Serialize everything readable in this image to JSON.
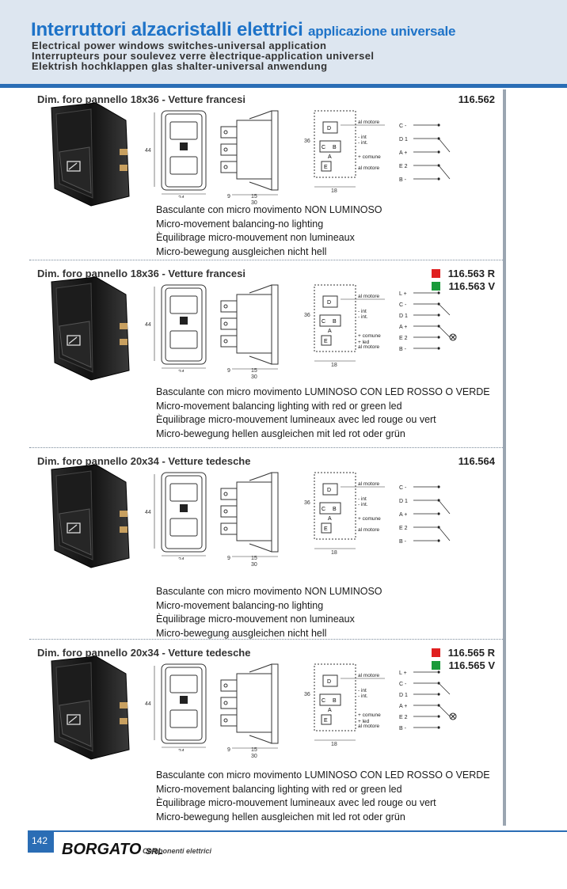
{
  "header": {
    "title_main": "Interruttori alzacristalli elettrici",
    "title_sub": "applicazione universale",
    "line_en": "Electrical power windows switches-universal application",
    "line_fr": "Interrupteurs pour soulevez verre èlectrique-application universel",
    "line_de": "Elektrish hochklappen glas shalter-universal anwendung"
  },
  "diagram_labels": {
    "dim_44": "44",
    "dim_24": "24",
    "dim_9": "9",
    "dim_15": "15",
    "dim_30": "30",
    "dim_36": "36",
    "dim_18": "18",
    "al_motore": "al motore",
    "int": "- int",
    "int2": "- int.",
    "comune": "+ comune",
    "led": "+ led",
    "D": "D",
    "C": "C",
    "B": "B",
    "A": "A",
    "E": "E"
  },
  "products": [
    {
      "dim_title": "Dim. foro pannello 18x36 - Vetture francesi",
      "codes": [
        {
          "text": "116.562",
          "color": ""
        }
      ],
      "lines": [
        "Basculante con micro movimento  NON LUMINOSO",
        "Micro-movement balancing-no lighting",
        "Èquilibrage micro-mouvement non lumineaux",
        "Micro-bewegung ausgleichen nicht hell"
      ]
    },
    {
      "dim_title": "Dim. foro pannello 18x36 - Vetture francesi",
      "codes": [
        {
          "text": "116.563 R",
          "color": "#e02020"
        },
        {
          "text": "116.563 V",
          "color": "#1a9a3a"
        }
      ],
      "lines": [
        "Basculante con micro movimento LUMINOSO CON LED ROSSO O VERDE",
        "Micro-movement balancing lighting with red or green led",
        "Èquilibrage micro-mouvement lumineaux avec led rouge ou vert",
        "Micro-bewegung hellen ausgleichen mit led rot oder grün"
      ]
    },
    {
      "dim_title": "Dim. foro pannello 20x34 - Vetture tedesche",
      "codes": [
        {
          "text": "116.564",
          "color": ""
        }
      ],
      "lines": [
        "Basculante con micro movimento  NON LUMINOSO",
        "Micro-movement balancing-no lighting",
        "Èquilibrage micro-mouvement non lumineaux",
        "Micro-bewegung ausgleichen nicht hell"
      ]
    },
    {
      "dim_title": "Dim. foro pannello 20x34 - Vetture tedesche",
      "codes": [
        {
          "text": "116.565 R",
          "color": "#e02020"
        },
        {
          "text": "116.565 V",
          "color": "#1a9a3a"
        }
      ],
      "lines": [
        "Basculante con micro movimento LUMINOSO CON LED ROSSO O VERDE",
        "Micro-movement balancing lighting with red or green led",
        "Èquilibrage micro-mouvement lumineaux avec led rouge ou vert",
        "Micro-bewegung hellen ausgleichen mit led rot oder grün"
      ]
    }
  ],
  "wiring": {
    "plain": [
      "C -",
      "D 1",
      "A +",
      "E 2",
      "B -"
    ],
    "lit": [
      "L +",
      "C -",
      "D 1",
      "A +",
      "E 2",
      "B -"
    ]
  },
  "footer": {
    "page_number": "142",
    "brand": "BORGATO",
    "brand_suffix": "SRL",
    "tagline": "Componenti elettrici"
  },
  "colors": {
    "accent": "#1e73c8",
    "header_bg": "#dde6f0",
    "red_led": "#e02020",
    "green_led": "#1a9a3a"
  }
}
